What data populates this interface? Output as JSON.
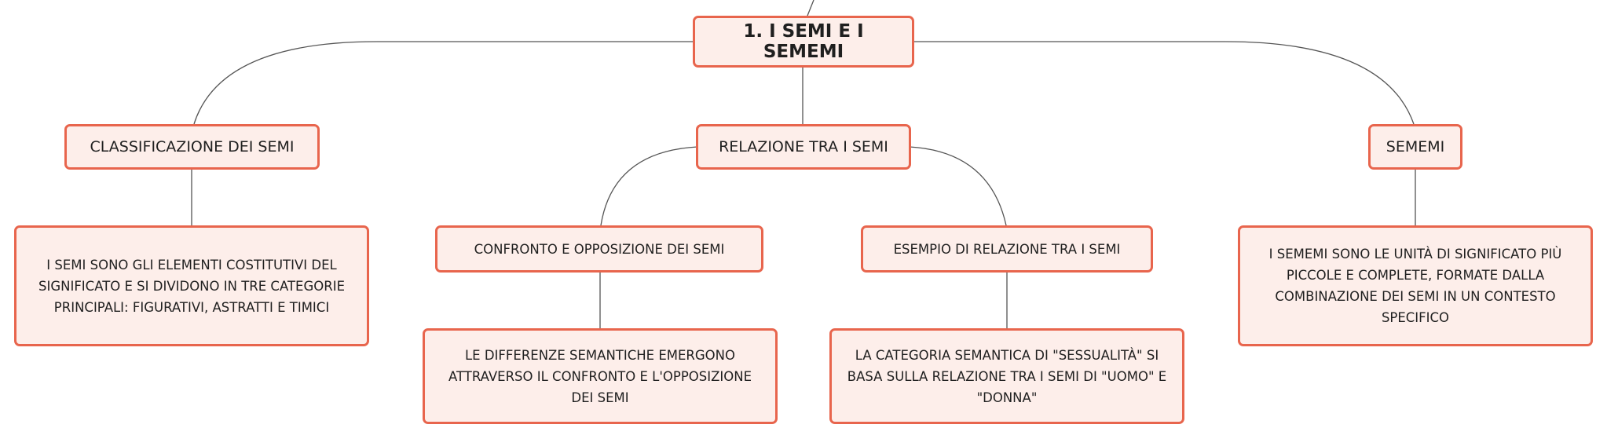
{
  "diagram": {
    "line_color": "#555555",
    "node_fill": "#fdeeea",
    "node_border": "#e8654d",
    "root": {
      "label": "1. I SEMI E I SEMEMI"
    },
    "branches": {
      "classificazione": {
        "label": "CLASSIFICAZIONE DEI SEMI"
      },
      "relazione": {
        "label": "RELAZIONE TRA I SEMI"
      },
      "sememi": {
        "label": "SEMEMI"
      }
    },
    "subtopics": {
      "confronto": {
        "label": "CONFRONTO E OPPOSIZIONE DEI SEMI"
      },
      "esempio": {
        "label": "ESEMPIO DI RELAZIONE TRA I SEMI"
      }
    },
    "leaves": {
      "classificazione_desc": {
        "text": "I SEMI SONO GLI ELEMENTI COSTITUTIVI DEL SIGNIFICATO E SI DIVIDONO IN TRE CATEGORIE PRINCIPALI: FIGURATIVI, ASTRATTI E TIMICI"
      },
      "confronto_desc": {
        "text": "LE DIFFERENZE SEMANTICHE EMERGONO ATTRAVERSO IL CONFRONTO E L'OPPOSIZIONE DEI SEMI"
      },
      "esempio_desc": {
        "text": "LA CATEGORIA SEMANTICA DI \"SESSUALITÀ\" SI BASA SULLA RELAZIONE TRA I SEMI DI \"UOMO\" E \"DONNA\""
      },
      "sememi_desc": {
        "text": "I SEMEMI SONO LE UNITÀ DI SIGNIFICATO PIÙ PICCOLE E COMPLETE, FORMATE DALLA COMBINAZIONE DEI SEMI IN UN CONTESTO SPECIFICO"
      }
    }
  }
}
